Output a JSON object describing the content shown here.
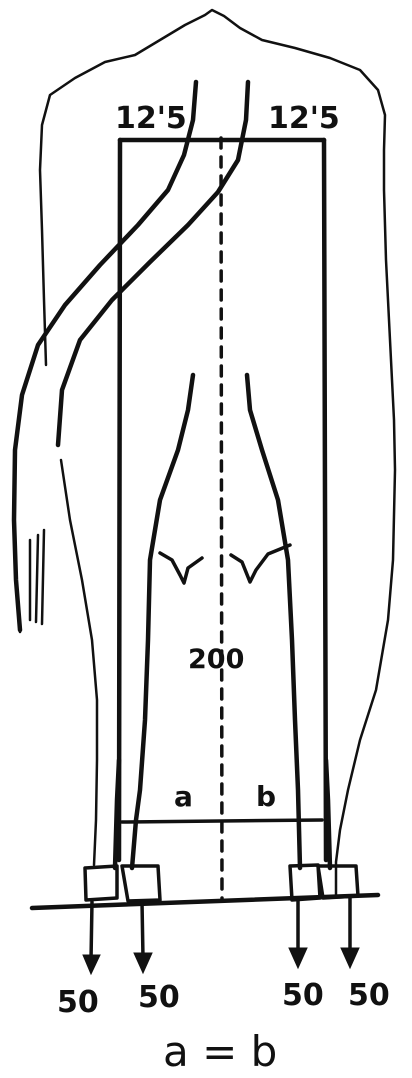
{
  "labels": {
    "top_left": "12'5",
    "top_right": "12'5",
    "middle": "200",
    "a": "a",
    "b": "b",
    "equation": "a = b"
  },
  "forces": [
    "50",
    "50",
    "50",
    "50"
  ],
  "icons": [
    "animal-outline-icon",
    "tail-icon",
    "udder-icon",
    "hoof-icon",
    "down-arrow-icon"
  ]
}
